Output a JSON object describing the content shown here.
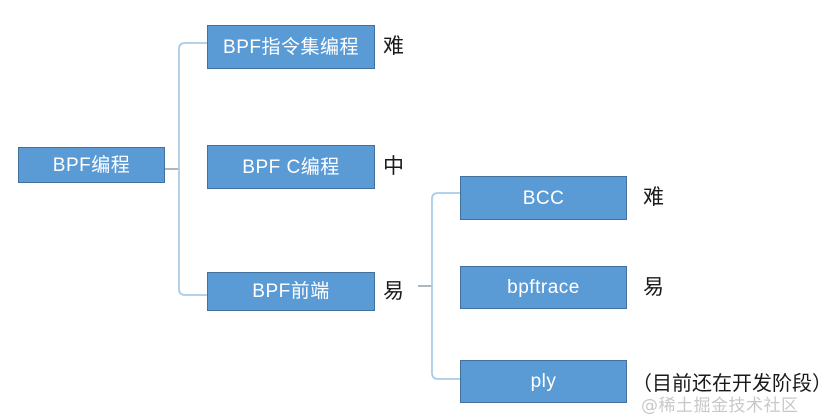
{
  "diagram": {
    "type": "tree",
    "title": "BPF编程",
    "root": {
      "label": "BPF编程"
    },
    "level2": [
      {
        "label": "BPF指令集编程",
        "difficulty": "难"
      },
      {
        "label": "BPF C编程",
        "difficulty": "中"
      },
      {
        "label": "BPF前端",
        "difficulty": "易"
      }
    ],
    "level3": [
      {
        "label": "BCC",
        "difficulty": "难"
      },
      {
        "label": "bpftrace",
        "difficulty": "易"
      },
      {
        "label": "ply",
        "difficulty": "（目前还在开发阶段）"
      }
    ],
    "watermark": "@稀土掘金技术社区",
    "colors": {
      "node_fill": "#5b9bd5",
      "node_border": "#41719c",
      "node_text": "#ffffff",
      "connector": "#a9cce8",
      "label_text": "#1a1a1a",
      "background": "#ffffff"
    }
  }
}
